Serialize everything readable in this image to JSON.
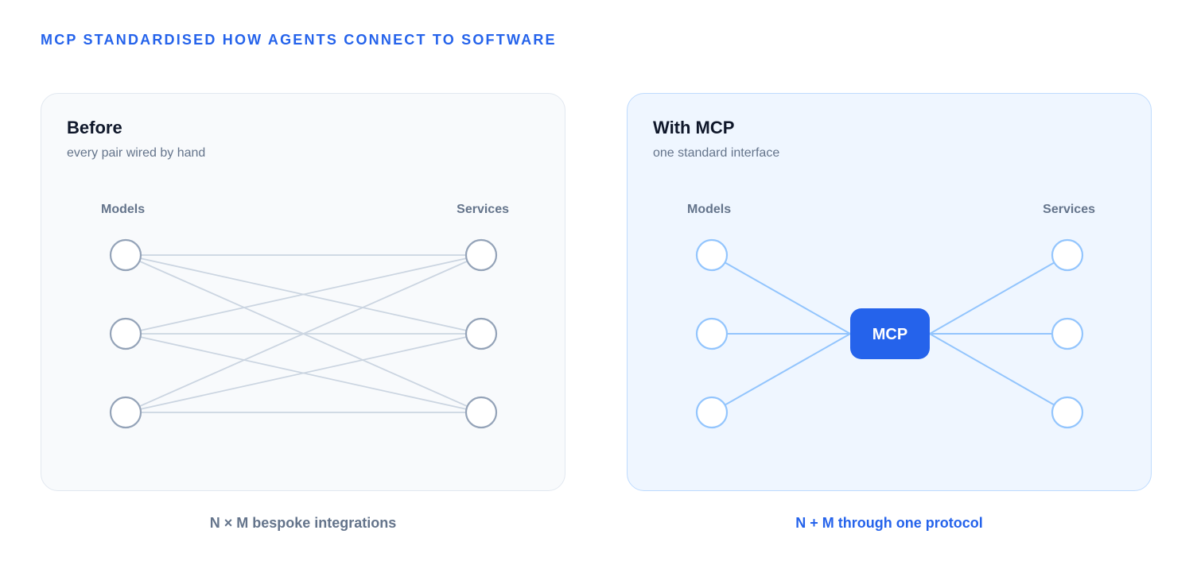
{
  "heading": "MCP STANDARDISED HOW AGENTS CONNECT TO SOFTWARE",
  "before": {
    "title": "Before",
    "subtitle": "every pair wired by hand",
    "left_label": "Models",
    "right_label": "Services",
    "model_count": 3,
    "service_count": 3,
    "caption": "N × M bespoke integrations"
  },
  "mcp": {
    "title": "With MCP",
    "subtitle": "one standard interface",
    "left_label": "Models",
    "right_label": "Services",
    "hub_label": "MCP",
    "model_count": 3,
    "service_count": 3,
    "caption": "N + M through one protocol"
  },
  "colors": {
    "accent": "#2563eb",
    "before_line": "#cbd5e1",
    "before_node": "#94a3b8",
    "mcp_line": "#93c5fd",
    "hub_fill": "#2563eb"
  }
}
